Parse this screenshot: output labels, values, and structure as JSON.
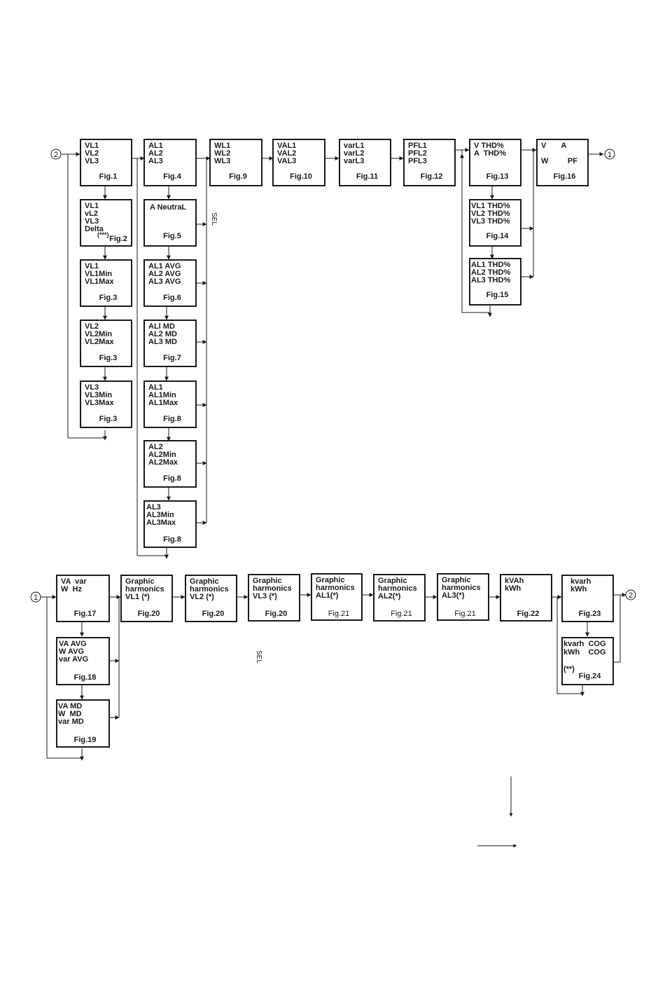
{
  "boxes": {
    "fig1": {
      "lines": [
        "VL1",
        "VL2",
        "VL3"
      ],
      "fig": "Fig.1"
    },
    "fig2": {
      "lines": [
        "VL1",
        "vL2",
        "VL3",
        "Delta",
        "(***)"
      ],
      "fig": "Fig.2"
    },
    "fig3a": {
      "lines": [
        "VL1",
        "VL1Min",
        "VL1Max"
      ],
      "fig": "Fig.3"
    },
    "fig3b": {
      "lines": [
        "VL2",
        "VL2Min",
        "VL2Max"
      ],
      "fig": "Fig.3"
    },
    "fig3c": {
      "lines": [
        "VL3",
        "VL3Min",
        "VL3Max"
      ],
      "fig": "Fig.3"
    },
    "fig4": {
      "lines": [
        "AL1",
        "AL2",
        "AL3"
      ],
      "fig": "Fig.4"
    },
    "fig5": {
      "lines": [
        "A NeutraL"
      ],
      "fig": "Fig.5"
    },
    "fig6": {
      "lines": [
        "AL1 AVG",
        "AL2 AVG",
        "AL3 AVG"
      ],
      "fig": "Fig.6"
    },
    "fig7": {
      "lines": [
        "ALl MD",
        "AL2 MD",
        "AL3 MD"
      ],
      "fig": "Fig.7"
    },
    "fig8a": {
      "lines": [
        "AL1",
        "AL1Min",
        "AL1Max"
      ],
      "fig": "Fig.8"
    },
    "fig8b": {
      "lines": [
        "AL2",
        "AL2Min",
        "AL2Max"
      ],
      "fig": "Fig.8"
    },
    "fig8c": {
      "lines": [
        "AL3",
        "AL3Min",
        "AL3Max"
      ],
      "fig": "Fig.8"
    },
    "fig9": {
      "lines": [
        "WL1",
        "WL2",
        "WL3"
      ],
      "fig": "Fig.9"
    },
    "fig10": {
      "lines": [
        "VAL1",
        "VAL2",
        "VAL3"
      ],
      "fig": "Fig.10"
    },
    "fig11": {
      "lines": [
        "varL1",
        "varL2",
        "varL3"
      ],
      "fig": "Fig.11"
    },
    "fig12": {
      "lines": [
        "PFL1",
        "PFL2",
        "PFL3"
      ],
      "fig": "Fig.12"
    },
    "fig13": {
      "lines": [
        "V THD%",
        "A  THD%"
      ],
      "fig": "Fig.13"
    },
    "fig14": {
      "lines": [
        "VL1 THD%",
        "VL2 THD%",
        "VL3 THD%"
      ],
      "fig": "Fig.14"
    },
    "fig15": {
      "lines": [
        "AL1 THD%",
        "AL2 THD%",
        "AL3 THD%"
      ],
      "fig": "Fig.15"
    },
    "fig16": {
      "lines": [
        "V       A",
        "",
        "W         PF"
      ],
      "fig": "Fig.16"
    },
    "fig17": {
      "lines": [
        "VA  var",
        "W  Hz"
      ],
      "fig": "Fig.17"
    },
    "fig18": {
      "lines": [
        "VA AVG",
        "W AVG",
        "var AVG"
      ],
      "fig": "Fig.18"
    },
    "fig19": {
      "lines": [
        "VA MD",
        "W  MD",
        "var MD"
      ],
      "fig": "Fig.19"
    },
    "fig20a": {
      "lines": [
        "Graphic",
        "harmonics",
        "VL1 (*)"
      ],
      "fig": "Fig.20"
    },
    "fig20b": {
      "lines": [
        "Graphic",
        "harmonics",
        "VL2 (*)"
      ],
      "fig": "Fig.20"
    },
    "fig20c": {
      "lines": [
        "Graphic",
        "harmonics",
        "VL3 (*)"
      ],
      "fig": "Fig.20"
    },
    "fig21a": {
      "lines": [
        "Graphic",
        "harmonics",
        "AL1(*)"
      ],
      "fig": "Fig.21"
    },
    "fig21b": {
      "lines": [
        "Graphic",
        "harmonics",
        "AL2(*)"
      ],
      "fig": "Fig.21"
    },
    "fig21c": {
      "lines": [
        "Graphic",
        "harmonics",
        "AL3(*)"
      ],
      "fig": "Fig.21"
    },
    "fig22": {
      "lines": [
        "kVAh",
        "kWh"
      ],
      "fig": "Fig.22"
    },
    "fig23": {
      "lines": [
        "kvarh",
        "kWh"
      ],
      "fig": "Fig.23"
    },
    "fig24": {
      "lines": [
        "kvarh  COG",
        "kWh    COG",
        "",
        "(**)"
      ],
      "fig": "Fig.24"
    }
  },
  "connectors": {
    "one": "1",
    "two": "2"
  },
  "sel_label": "SEL",
  "colors": {
    "ink": "#1a1a1a",
    "background": "#ffffff"
  }
}
